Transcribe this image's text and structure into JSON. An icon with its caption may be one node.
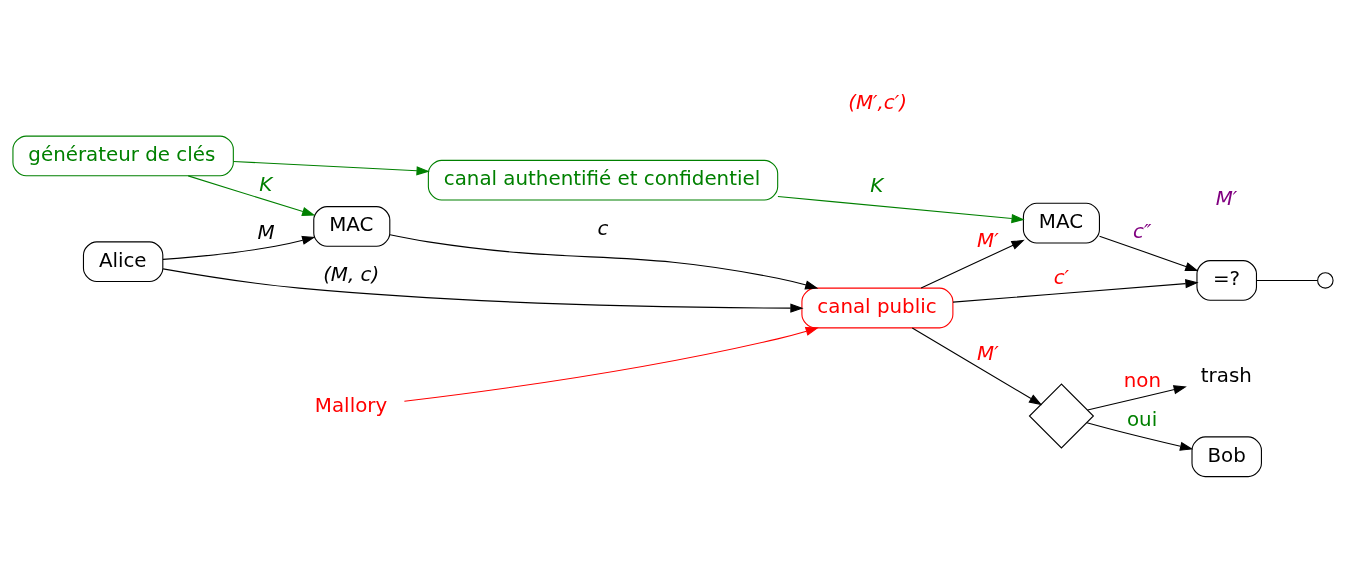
{
  "diagram": {
    "nodes": [
      {
        "text": [
          "générateur de clés"
        ]
      },
      {
        "text": [
          "canal authentifié et confidentiel"
        ]
      },
      {
        "text": [
          "MAC"
        ]
      },
      {
        "text": [
          "Alice"
        ]
      },
      {
        "text": [
          "canal public"
        ]
      },
      {
        "text": [
          "Mallory"
        ]
      },
      {
        "text": [
          "MAC"
        ]
      },
      {
        "text": [
          "=?"
        ]
      },
      {
        "text": [],
        "shape": "circle"
      },
      {
        "text": [],
        "shape": "diamond"
      },
      {
        "text": [
          "trash"
        ]
      },
      {
        "text": [
          "Bob"
        ]
      }
    ],
    "edges": [
      {
        "from": 0,
        "to": 2,
        "arrow": "to",
        "label": "K",
        "color": "#008000"
      },
      {
        "from": 0,
        "to": 1,
        "arrow": "to",
        "color": "#008000"
      },
      {
        "from": 1,
        "to": 6,
        "arrow": "to",
        "label": "K",
        "color": "#008000"
      },
      {
        "from": 3,
        "to": 2,
        "arrow": "to",
        "label": "M"
      },
      {
        "from": 3,
        "to": 4,
        "arrow": "to",
        "label": "(M, c)"
      },
      {
        "from": 2,
        "to": 4,
        "arrow": "to",
        "label": "c"
      },
      {
        "from": 5,
        "to": 4,
        "arrow": "to",
        "color": "#ff0000"
      },
      {
        "from": 4,
        "to": 6,
        "arrow": "to",
        "label": "M′"
      },
      {
        "from": 4,
        "to": 7,
        "arrow": "to",
        "label": "c′"
      },
      {
        "from": 4,
        "to": 9,
        "arrow": "to",
        "label": "M′"
      },
      {
        "from": 6,
        "to": 7,
        "arrow": "to",
        "label": "c″"
      },
      {
        "from": 7,
        "to": 8,
        "arrow": "none"
      },
      {
        "from": 9,
        "to": 10,
        "arrow": "to",
        "label": "non"
      },
      {
        "from": 9,
        "to": 11,
        "arrow": "to",
        "label": "oui"
      }
    ],
    "labels": [
      "(M′,c′)",
      "M′"
    ]
  }
}
